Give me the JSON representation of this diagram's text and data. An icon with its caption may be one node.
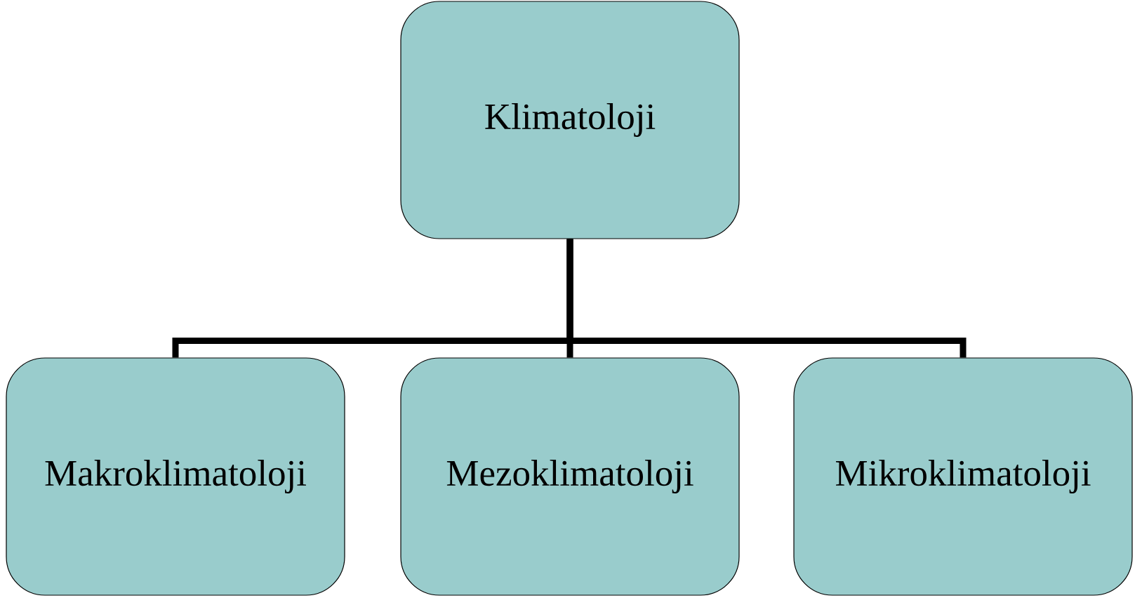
{
  "diagram": {
    "nodes": [
      {
        "text": [
          "Klimatoloji"
        ]
      },
      {
        "text": [
          "Makroklimatoloji"
        ]
      },
      {
        "text": [
          "Mezoklimatoloji"
        ]
      },
      {
        "text": [
          "Mikroklimatoloji"
        ]
      }
    ],
    "edges": [
      {
        "from": 0,
        "to": 1,
        "arrow": "none"
      },
      {
        "from": 0,
        "to": 2,
        "arrow": "none"
      },
      {
        "from": 0,
        "to": 3,
        "arrow": "none"
      }
    ]
  }
}
